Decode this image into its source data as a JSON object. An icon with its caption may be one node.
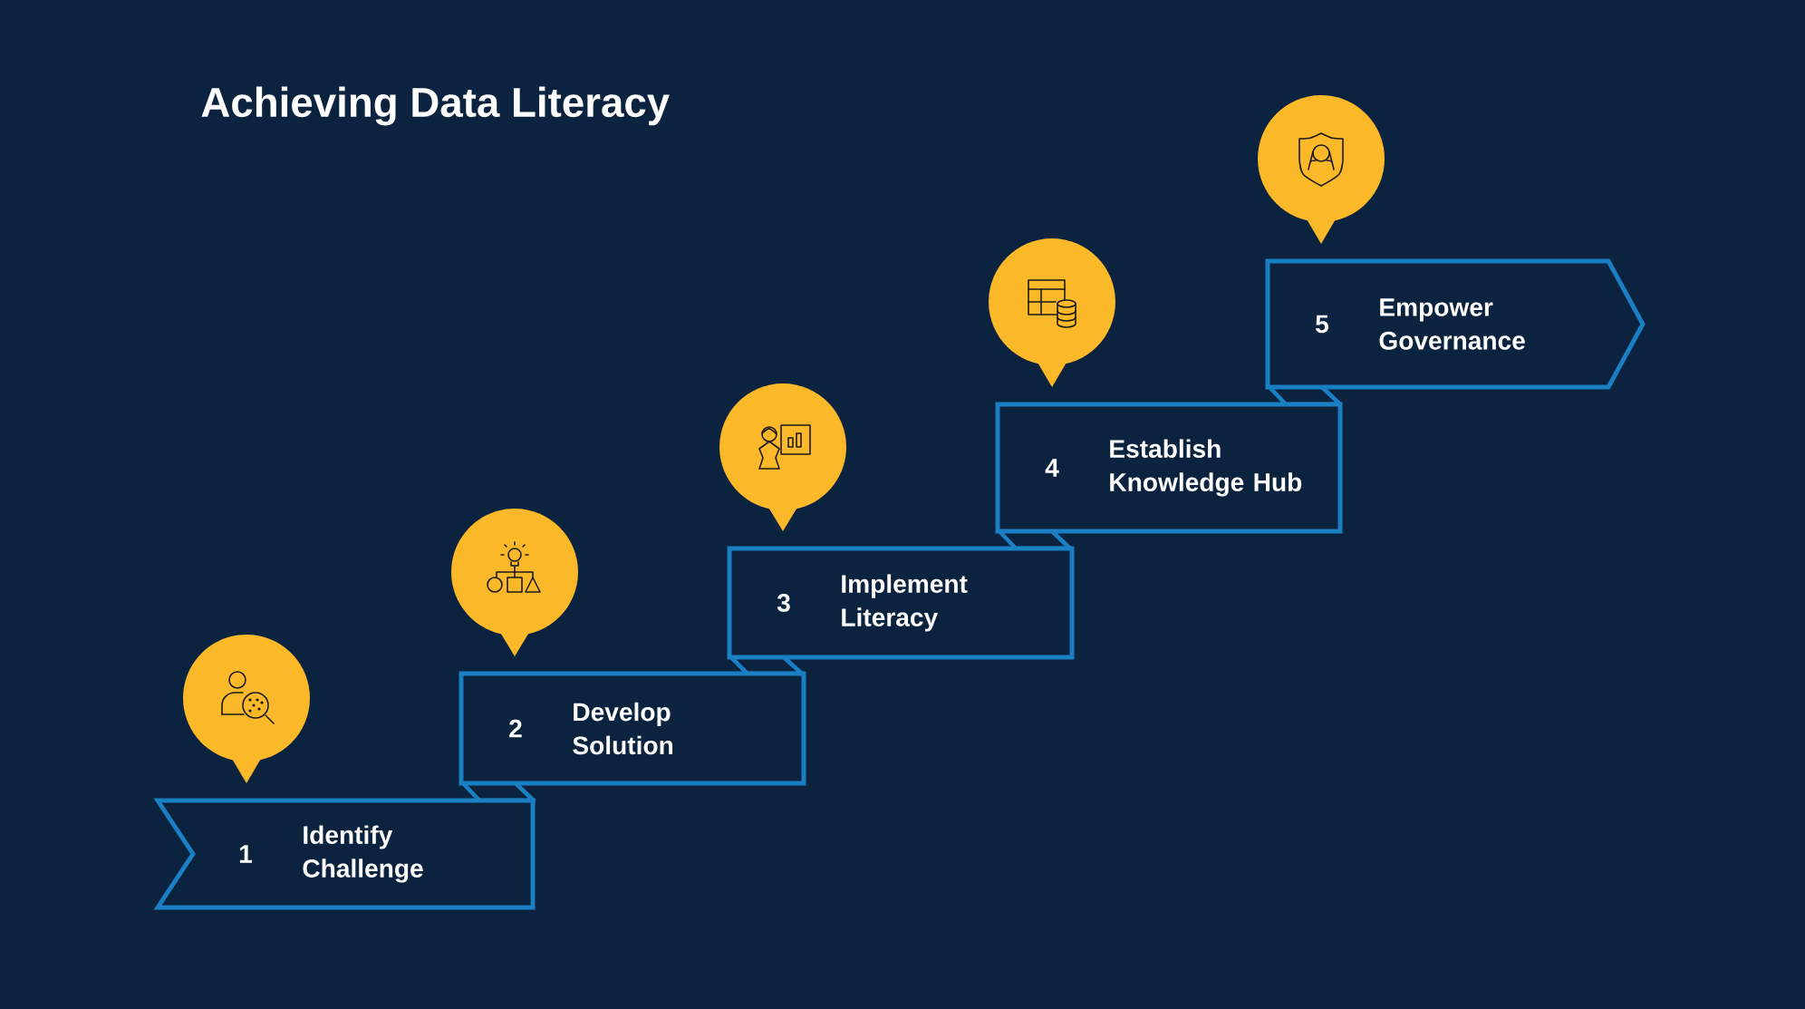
{
  "diagram": {
    "title": "Achieving Data Literacy",
    "nodes": [
      {
        "text": [
          "1",
          "Identify Challenge"
        ]
      },
      {
        "text": [
          "2",
          "Develop Solution"
        ]
      },
      {
        "text": [
          "3",
          "Implement Literacy"
        ]
      },
      {
        "text": [
          "4",
          "Establish Knowledge Hub"
        ]
      },
      {
        "text": [
          "5",
          "Empower Governance"
        ]
      }
    ]
  }
}
